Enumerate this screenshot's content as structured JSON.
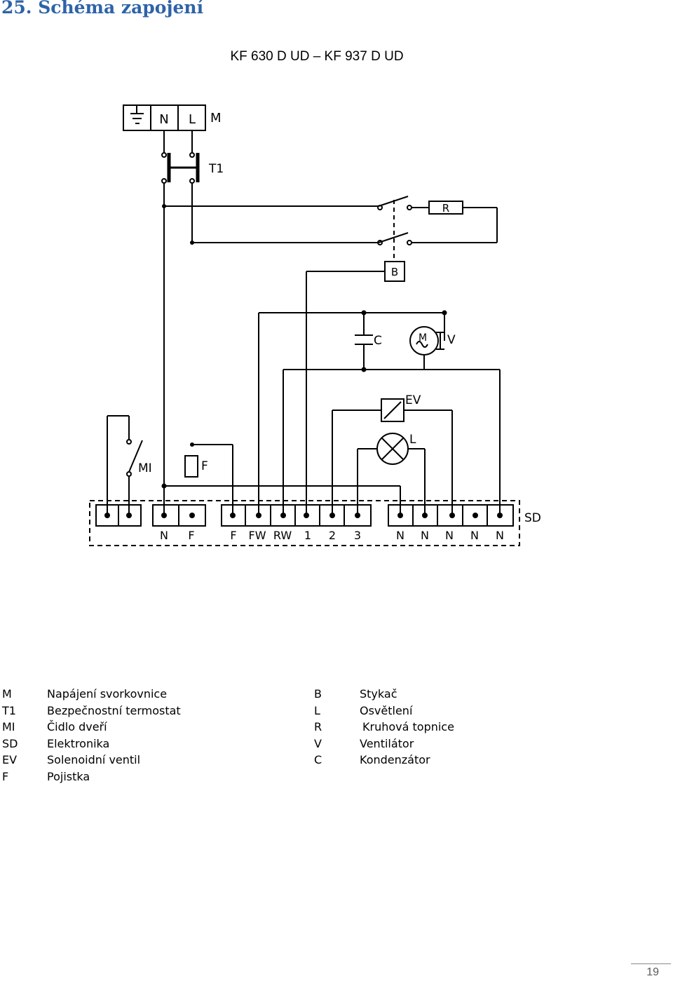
{
  "heading": "25. Schéma zapojení",
  "model_title": "KF 630 D UD – KF 937 D UD",
  "diagram": {
    "components": {
      "mains_block": {
        "cells": [
          "N",
          "L"
        ],
        "label": "M"
      },
      "thermostat": "T1",
      "resistor": "R",
      "contactor": "B",
      "capacitor": "C",
      "fan": {
        "symbol": "M",
        "label": "V"
      },
      "solenoid_valve": "EV",
      "lamp": "L",
      "door_sensor": "MI",
      "fuse": "F",
      "electronics": "SD"
    },
    "terminal_labels": [
      "N",
      "F",
      "F",
      "FW",
      "RW",
      "1",
      "2",
      "3",
      "N",
      "N",
      "N",
      "N",
      "N"
    ]
  },
  "legend": {
    "left": [
      {
        "code": "M",
        "desc": "Napájení svorkovnice"
      },
      {
        "code": "T1",
        "desc": "Bezpečnostní termostat"
      },
      {
        "code": "MI",
        "desc": "Čidlo dveří"
      },
      {
        "code": "SD",
        "desc": "Elektronika"
      },
      {
        "code": "EV",
        "desc": "Solenoidní ventil"
      },
      {
        "code": "F",
        "desc": "Pojistka"
      }
    ],
    "right": [
      {
        "code": "B",
        "desc": "Stykač"
      },
      {
        "code": "L",
        "desc": "Osvětlení"
      },
      {
        "code": "R",
        "desc": "Kruhová topnice"
      },
      {
        "code": "V",
        "desc": "Ventilátor"
      },
      {
        "code": "C",
        "desc": "Kondenzátor"
      }
    ]
  },
  "page_number": "19",
  "colors": {
    "heading": "#2e63a8",
    "lines": "#000000",
    "page_number": "#5a5a5a"
  }
}
